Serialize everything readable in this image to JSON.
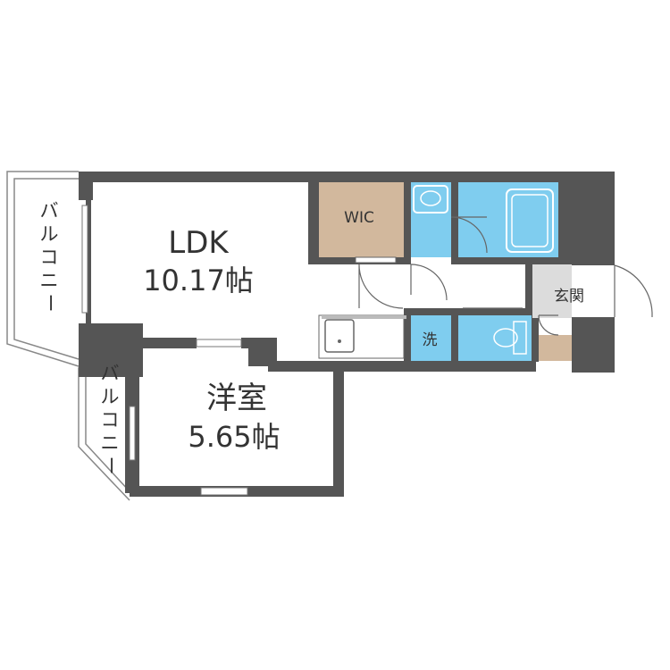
{
  "floorplan": {
    "rooms": {
      "ldk": {
        "name": "LDK",
        "area": "10.17帖"
      },
      "western_room": {
        "name": "洋室",
        "area": "5.65帖"
      },
      "wic": {
        "name": "WIC"
      },
      "entrance": {
        "name": "玄関"
      },
      "washroom": {
        "name": "洗"
      }
    },
    "balconies": [
      {
        "chars": [
          "バ",
          "ル",
          "コ",
          "ニ",
          "ー"
        ]
      },
      {
        "chars": [
          "バ",
          "ル",
          "コ",
          "ニ",
          "ー"
        ]
      }
    ]
  },
  "colors": {
    "wall": "#555555",
    "wic_floor": "#d2b89d",
    "wet_area": "#7fcdef",
    "entrance_floor": "#dcdcdc",
    "balcony_line": "#888888"
  }
}
